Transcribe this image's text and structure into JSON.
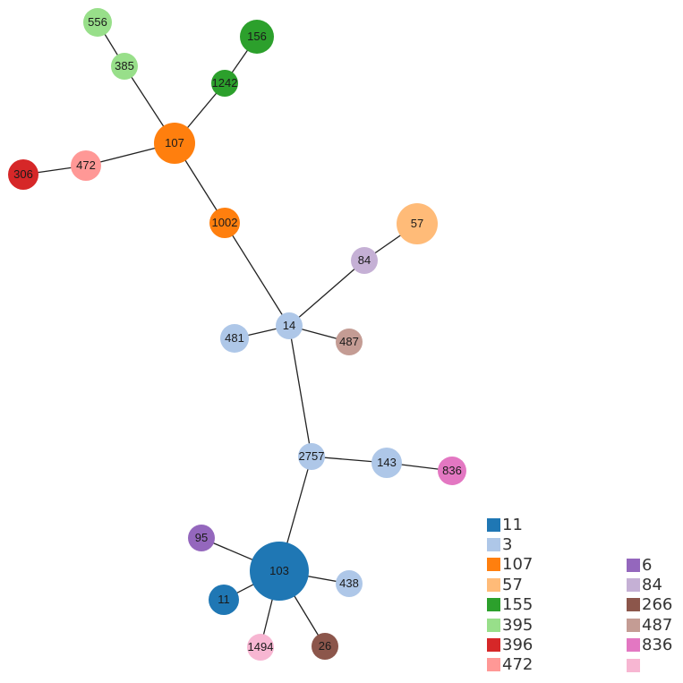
{
  "network": {
    "nodes": [
      {
        "id": "556",
        "label": "556",
        "color": "#98df8a"
      },
      {
        "id": "385",
        "label": "385",
        "color": "#98df8a"
      },
      {
        "id": "156",
        "label": "156",
        "color": "#2ca02c"
      },
      {
        "id": "1242",
        "label": "1242",
        "color": "#2ca02c"
      },
      {
        "id": "107",
        "label": "107",
        "color": "#ff7f0e"
      },
      {
        "id": "472",
        "label": "472",
        "color": "#ff9896"
      },
      {
        "id": "306",
        "label": "306",
        "color": "#d62728"
      },
      {
        "id": "1002",
        "label": "1002",
        "color": "#ff7f0e"
      },
      {
        "id": "57",
        "label": "57",
        "color": "#ffbb78"
      },
      {
        "id": "84",
        "label": "84",
        "color": "#c5b0d5"
      },
      {
        "id": "14",
        "label": "14",
        "color": "#aec7e8"
      },
      {
        "id": "481",
        "label": "481",
        "color": "#aec7e8"
      },
      {
        "id": "487",
        "label": "487",
        "color": "#c49c94"
      },
      {
        "id": "2757",
        "label": "2757",
        "color": "#aec7e8"
      },
      {
        "id": "143",
        "label": "143",
        "color": "#aec7e8"
      },
      {
        "id": "836",
        "label": "836",
        "color": "#e377c2"
      },
      {
        "id": "95",
        "label": "95",
        "color": "#9467bd"
      },
      {
        "id": "103",
        "label": "103",
        "color": "#1f77b4"
      },
      {
        "id": "438",
        "label": "438",
        "color": "#aec7e8"
      },
      {
        "id": "11",
        "label": "11",
        "color": "#1f77b4"
      },
      {
        "id": "1494",
        "label": "1494",
        "color": "#f7b6d2"
      },
      {
        "id": "26",
        "label": "26",
        "color": "#8c564b"
      }
    ],
    "edges": [
      [
        "556",
        "385"
      ],
      [
        "385",
        "107"
      ],
      [
        "156",
        "1242"
      ],
      [
        "1242",
        "107"
      ],
      [
        "306",
        "472"
      ],
      [
        "472",
        "107"
      ],
      [
        "107",
        "1002"
      ],
      [
        "1002",
        "14"
      ],
      [
        "57",
        "84"
      ],
      [
        "84",
        "14"
      ],
      [
        "481",
        "14"
      ],
      [
        "487",
        "14"
      ],
      [
        "14",
        "2757"
      ],
      [
        "2757",
        "143"
      ],
      [
        "143",
        "836"
      ],
      [
        "2757",
        "103"
      ],
      [
        "95",
        "103"
      ],
      [
        "103",
        "438"
      ],
      [
        "103",
        "11"
      ],
      [
        "103",
        "1494"
      ],
      [
        "103",
        "26"
      ]
    ]
  },
  "legend": {
    "column1": [
      {
        "label": "11",
        "color": "#1f77b4"
      },
      {
        "label": "3",
        "color": "#aec7e8"
      },
      {
        "label": "107",
        "color": "#ff7f0e"
      },
      {
        "label": "57",
        "color": "#ffbb78"
      },
      {
        "label": "155",
        "color": "#2ca02c"
      },
      {
        "label": "395",
        "color": "#98df8a"
      },
      {
        "label": "396",
        "color": "#d62728"
      },
      {
        "label": "472",
        "color": "#ff9896"
      }
    ],
    "column2": [
      {
        "label": "6",
        "color": "#9467bd"
      },
      {
        "label": "84",
        "color": "#c5b0d5"
      },
      {
        "label": "266",
        "color": "#8c564b"
      },
      {
        "label": "487",
        "color": "#c49c94"
      },
      {
        "label": "836",
        "color": "#e377c2"
      },
      {
        "label": "",
        "color": "#f7b6d2"
      }
    ]
  }
}
